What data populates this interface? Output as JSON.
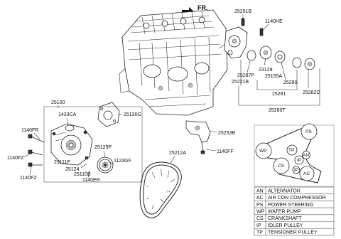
{
  "orientation": {
    "label": "FR."
  },
  "part_numbers": {
    "p25291B": "25291B",
    "p1140HE": "1140HE",
    "p23129": "23129",
    "p25287P": "25287P",
    "p25155A": "25155A",
    "p25289": "25289",
    "p25221B": "25221B",
    "p25281": "25281",
    "p25282D": "25282D",
    "p25280T": "25280T",
    "p25100": "25100",
    "p25130G": "25130G",
    "p1433CA": "1433CA",
    "p25253B": "25253B",
    "p1140FR": "1140FR",
    "p1140FF": "1140FF",
    "p1140FZ_a": "1140FZ",
    "p1140FZ_b": "1140FZ",
    "p25111P": "25111P",
    "p25124": "25124",
    "p25110B": "25110B",
    "p1140ER": "1140ER",
    "p25129P": "25129P",
    "p1123GF": "1123GF",
    "p25212A": "25212A"
  },
  "pulley_layout": {
    "labels": {
      "ps": "PS",
      "wp": "WP",
      "tp": "TP",
      "ip_top": "IP",
      "an": "AN",
      "cs": "CS",
      "ip_bottom": "IP",
      "ac": "AC"
    }
  },
  "legend": [
    {
      "code": "AN",
      "name": "ALTERNATOR"
    },
    {
      "code": "AC",
      "name": "AIR CON COMPRESSOR"
    },
    {
      "code": "PS",
      "name": "POWER STEERING"
    },
    {
      "code": "WP",
      "name": "WATER PUMP"
    },
    {
      "code": "CS",
      "name": "CRANKSHAFT"
    },
    {
      "code": "IP",
      "name": "IDLER PULLEY"
    },
    {
      "code": "TP",
      "name": "TENSIONER PULLEY"
    }
  ]
}
